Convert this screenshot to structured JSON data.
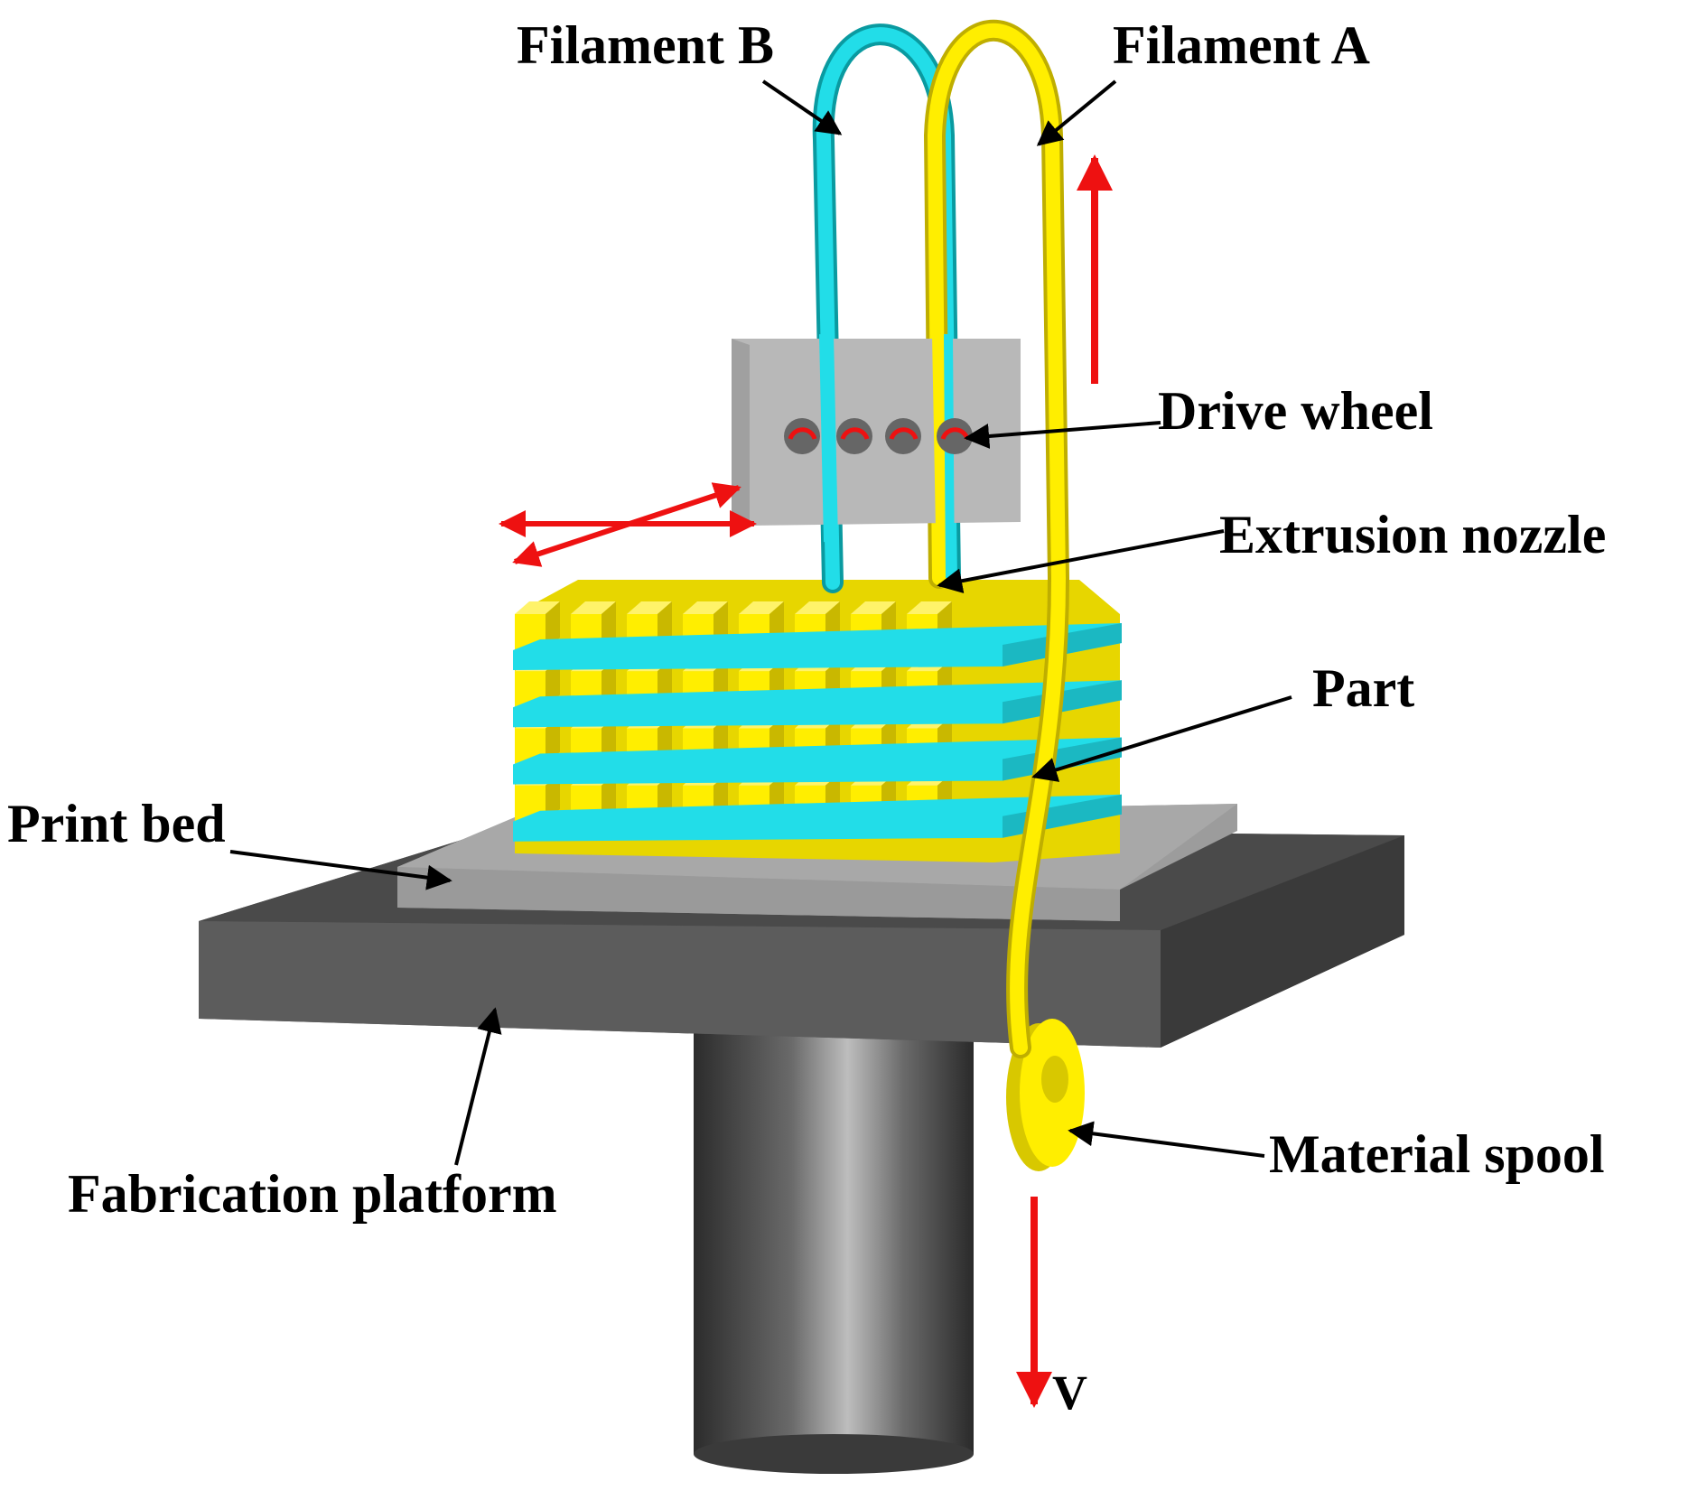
{
  "labels": {
    "filament_b": "Filament B",
    "filament_a": "Filament A",
    "drive_wheel": "Drive wheel",
    "extrusion_nozzle": "Extrusion nozzle",
    "part": "Part",
    "print_bed": "Print bed",
    "fabrication_platform": "Fabrication platform",
    "material_spool": "Material spool",
    "velocity": "V"
  },
  "colors": {
    "filament_a": "#ffee00",
    "filament_b": "#22dde8",
    "arrow_red": "#ee1111",
    "platform_dark": "#4a4a4a",
    "print_bed": "#9a9a9a",
    "drive_block": "#b4b4b4"
  },
  "part": {
    "layers_filament_a": 4,
    "layers_filament_b": 4,
    "rods_per_layer": 8
  }
}
